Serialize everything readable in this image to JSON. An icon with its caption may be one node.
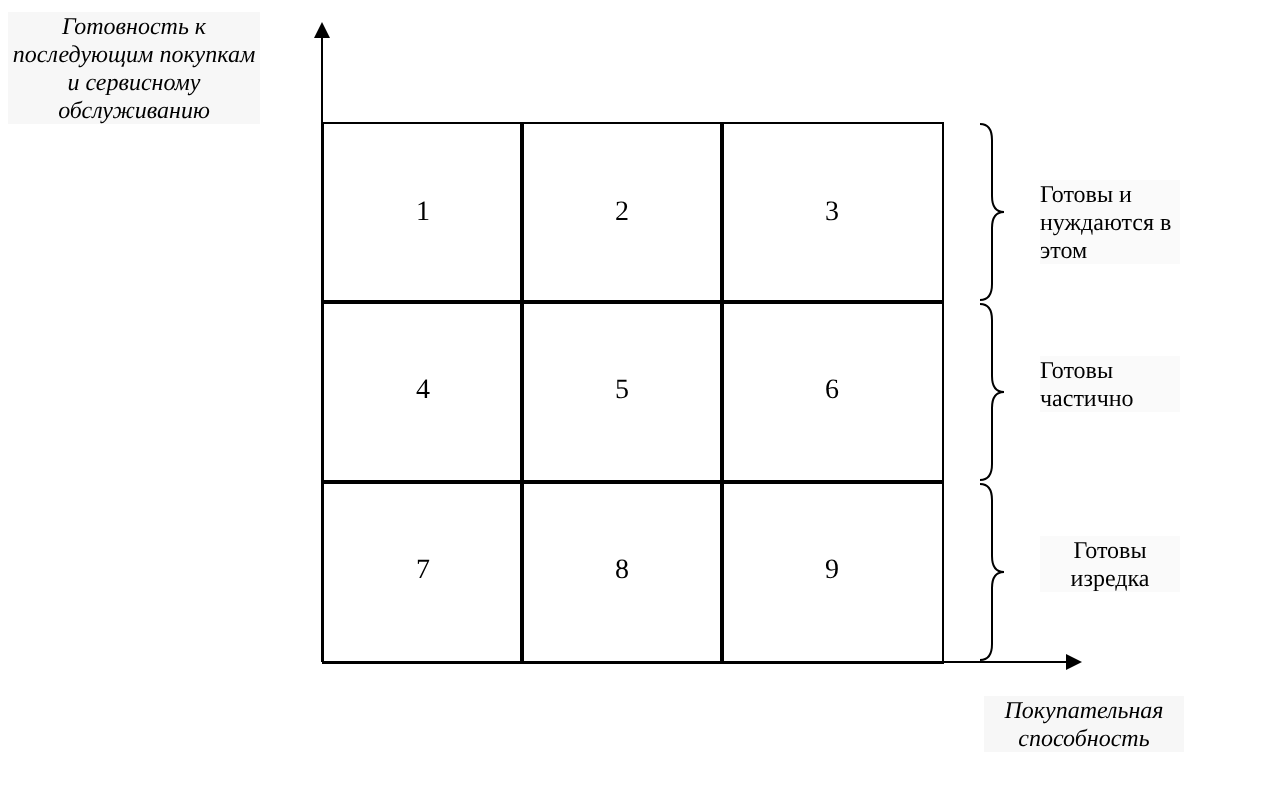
{
  "diagram": {
    "nodes": [
      {
        "text": [
          "1"
        ]
      },
      {
        "text": [
          "2"
        ]
      },
      {
        "text": [
          "3"
        ]
      },
      {
        "text": [
          "4"
        ]
      },
      {
        "text": [
          "5"
        ]
      },
      {
        "text": [
          "6"
        ]
      },
      {
        "text": [
          "7"
        ]
      },
      {
        "text": [
          "8"
        ]
      },
      {
        "text": [
          "9"
        ]
      }
    ],
    "edges": [],
    "labels": [
      "Готовность к последующим покупкам и сервисному обслуживанию",
      "Готовы и нуждаются в этом",
      "Готовы частично",
      "Готовы изредка",
      "Покупательная способность"
    ]
  }
}
